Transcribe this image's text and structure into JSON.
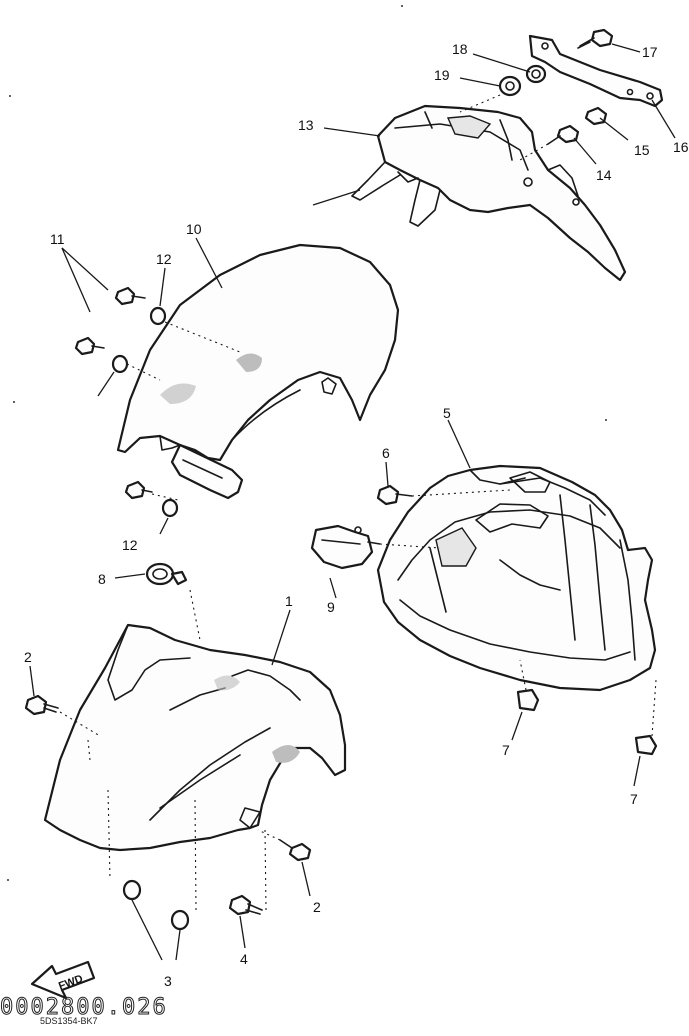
{
  "callouts": {
    "c1": "1",
    "c2a": "2",
    "c2b": "2",
    "c3": "3",
    "c4": "4",
    "c5": "5",
    "c6": "6",
    "c7a": "7",
    "c7b": "7",
    "c8": "8",
    "c9": "9",
    "c10": "10",
    "c11": "11",
    "c12a": "12",
    "c12b": "12",
    "c13": "13",
    "c14": "14",
    "c15": "15",
    "c16": "16",
    "c17": "17",
    "c18": "18",
    "c19": "19"
  },
  "direction_label": "FWD",
  "drawing_code": "0002800.026",
  "model_code": "5DS1354-BK7"
}
